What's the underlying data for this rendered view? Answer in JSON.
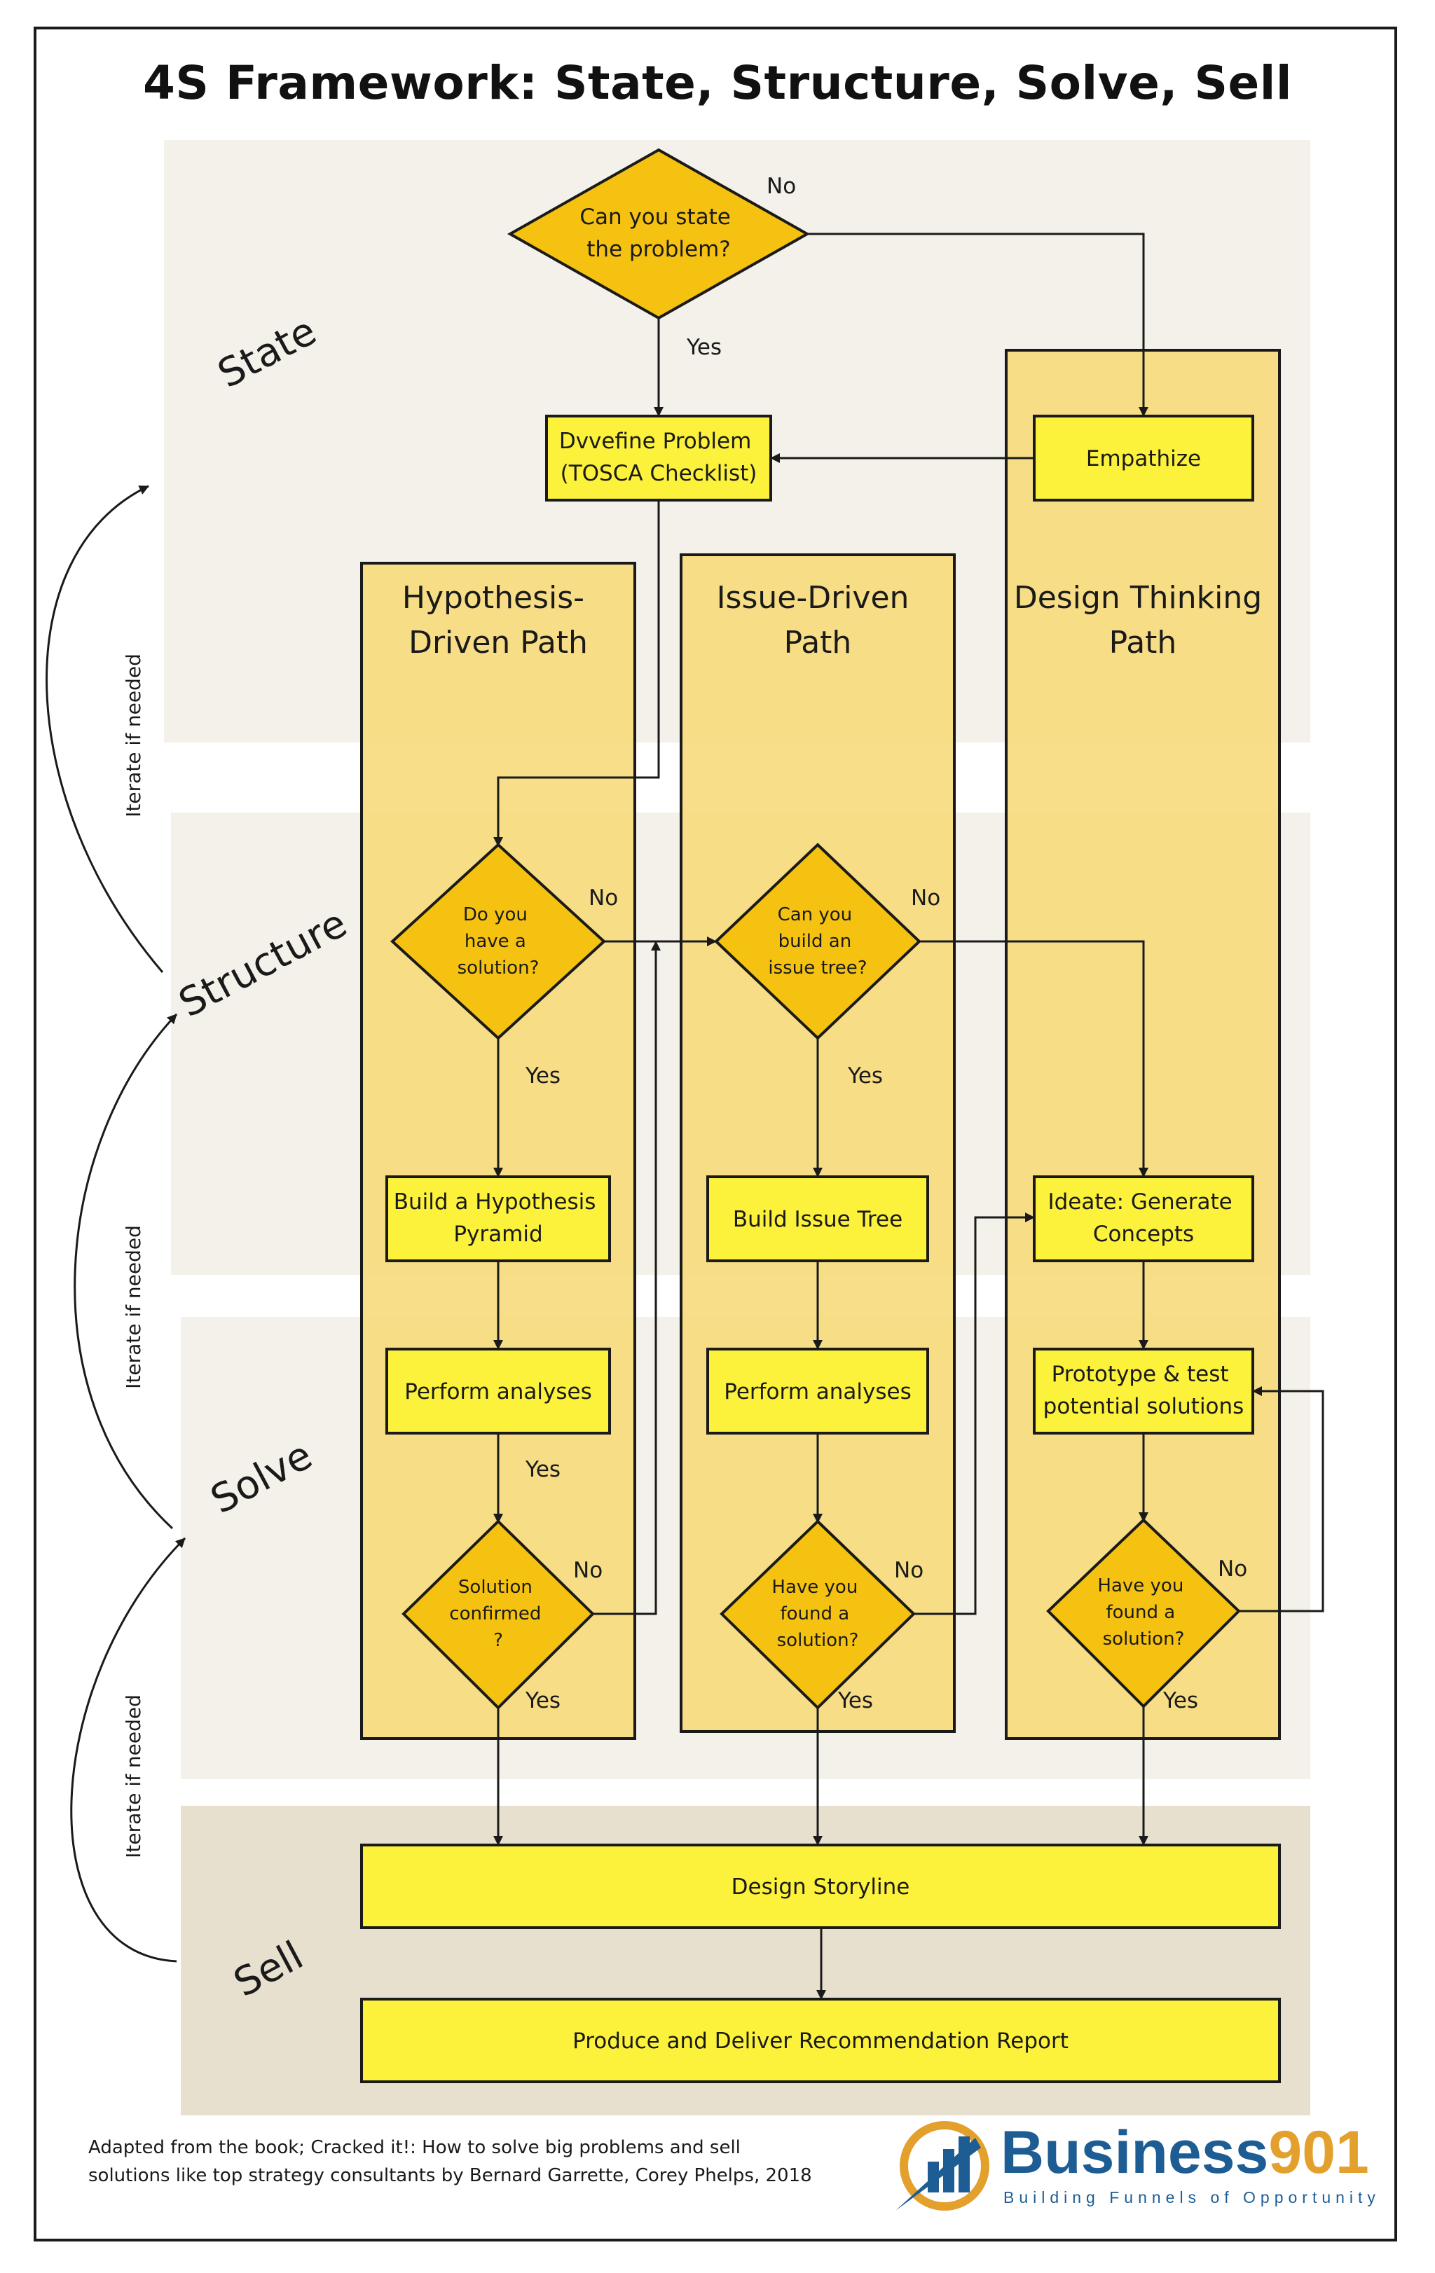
{
  "title": "4S Framework: State, Structure, Solve, Sell",
  "stages": {
    "state": "State",
    "structure": "Structure",
    "solve": "Solve",
    "sell": "Sell"
  },
  "iterate": "Iterate if needed",
  "paths": {
    "hypothesis": [
      "Hypothesis-",
      "Driven Path"
    ],
    "issue": [
      "Issue-Driven",
      "Path"
    ],
    "design": [
      "Design Thinking",
      "Path"
    ]
  },
  "nodes": {
    "can_state": [
      "Can you state",
      "the problem?"
    ],
    "define_problem": [
      "Dvvefine Problem",
      "(TOSCA Checklist)"
    ],
    "empathize": "Empathize",
    "have_solution": [
      "Do you",
      "have a",
      "solution?"
    ],
    "build_issue_tree_q": [
      "Can you",
      "build an",
      "issue tree?"
    ],
    "hyp_pyramid": [
      "Build a Hypothesis",
      "Pyramid"
    ],
    "issue_tree": "Build Issue Tree",
    "ideate": [
      "Ideate: Generate",
      "Concepts"
    ],
    "analyses_1": "Perform analyses",
    "analyses_2": "Perform analyses",
    "prototype": [
      "Prototype & test",
      "potential solutions"
    ],
    "solution_confirmed": [
      "Solution",
      "confirmed",
      "?"
    ],
    "found_solution_1": [
      "Have you",
      "found a",
      "solution?"
    ],
    "found_solution_2": [
      "Have you",
      "found a",
      "solution?"
    ],
    "storyline": "Design Storyline",
    "report": "Produce and Deliver Recommendation Report"
  },
  "labels": {
    "yes": "Yes",
    "no": "No"
  },
  "footnote": [
    "Adapted from the book; Cracked it!: How to solve big problems and sell",
    "solutions like top strategy consultants by Bernard Garrette, Corey Phelps, 2018"
  ],
  "logo": {
    "name_text": "Business",
    "name_number": "901",
    "tagline": "Building Funnels of Opportunity"
  },
  "colors": {
    "band": "#f4f1ea",
    "sell_band": "#e8e0cf",
    "column": "#f7d977",
    "box": "#fcf23b",
    "diamond": "#f5c211",
    "logo_blue": "#1d5d94",
    "logo_gold": "#e3a02c"
  }
}
